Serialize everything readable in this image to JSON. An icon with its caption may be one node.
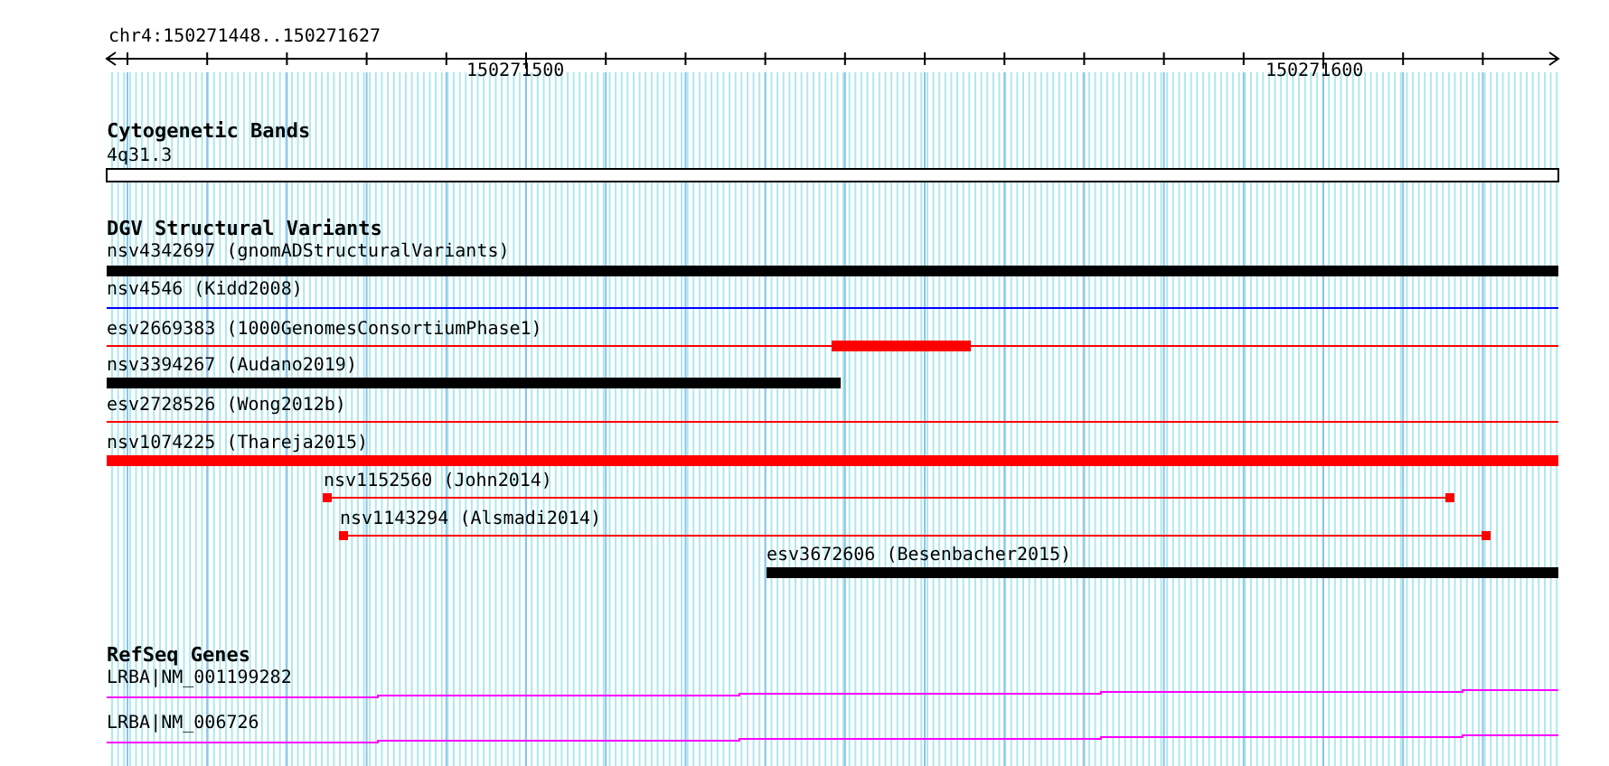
{
  "diagram": {
    "title": "chr4:150271448..150271627",
    "nodes": [
      {
        "text": [
          "4q31.3"
        ]
      },
      {
        "text": [
          "nsv4342697 (gnomADStructuralVariants)"
        ]
      },
      {
        "text": [
          "nsv4546 (Kidd2008)"
        ]
      },
      {
        "text": [
          "esv2669383 (1000GenomesConsortiumPhase1)"
        ]
      },
      {
        "text": [
          "nsv3394267 (Audano2019)"
        ]
      },
      {
        "text": [
          "esv2728526 (Wong2012b)"
        ]
      },
      {
        "text": [
          "nsv1074225 (Thareja2015)"
        ]
      },
      {
        "text": [
          "nsv1152560 (John2014)"
        ]
      },
      {
        "text": [
          "nsv1143294 (Alsmadi2014)"
        ]
      },
      {
        "text": [
          "esv3672606 (Besenbacher2015)"
        ]
      },
      {
        "text": [
          "LRBA|NM_001199282"
        ]
      },
      {
        "text": [
          "LRBA|NM_006726"
        ]
      }
    ],
    "labels": [
      "150271500",
      "150271600",
      "Cytogenetic Bands",
      "DGV Structural Variants",
      "RefSeq Genes"
    ]
  }
}
